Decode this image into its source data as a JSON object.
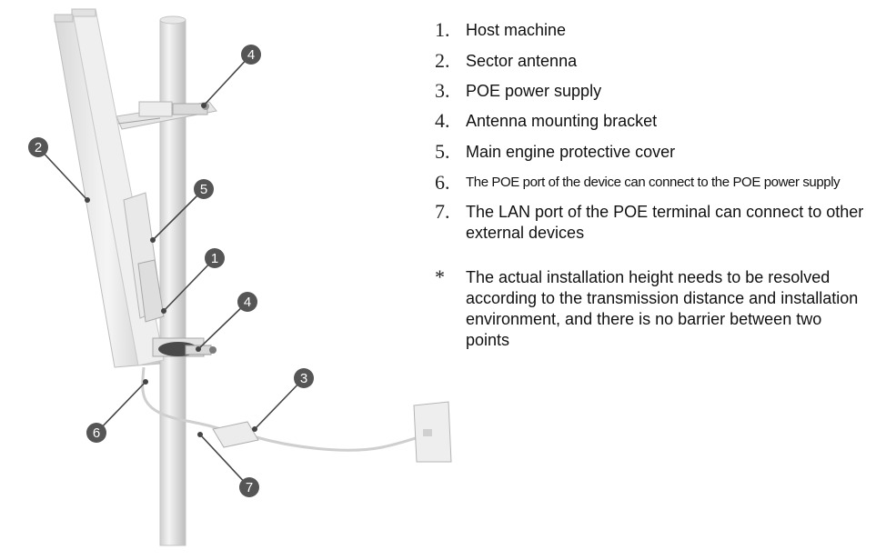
{
  "callouts": {
    "c1": "1",
    "c2": "2",
    "c3": "3",
    "c4a": "4",
    "c4b": "4",
    "c5": "5",
    "c6": "6",
    "c7": "7"
  },
  "legend": [
    {
      "num": "1.",
      "text": "Host machine"
    },
    {
      "num": "2.",
      "text": "Sector antenna"
    },
    {
      "num": "3.",
      "text": "POE power supply"
    },
    {
      "num": "4.",
      "text": "Antenna mounting bracket"
    },
    {
      "num": "5.",
      "text": "Main engine protective cover"
    },
    {
      "num": "6.",
      "text": "The POE port of the device can connect to the POE power supply"
    },
    {
      "num": "7.",
      "text": "The LAN port of the POE terminal can connect to other external devices"
    },
    {
      "num": "*",
      "text": "The actual installation height needs to be resolved according to the transmission distance and installation environment, and there is no barrier between two points"
    }
  ]
}
